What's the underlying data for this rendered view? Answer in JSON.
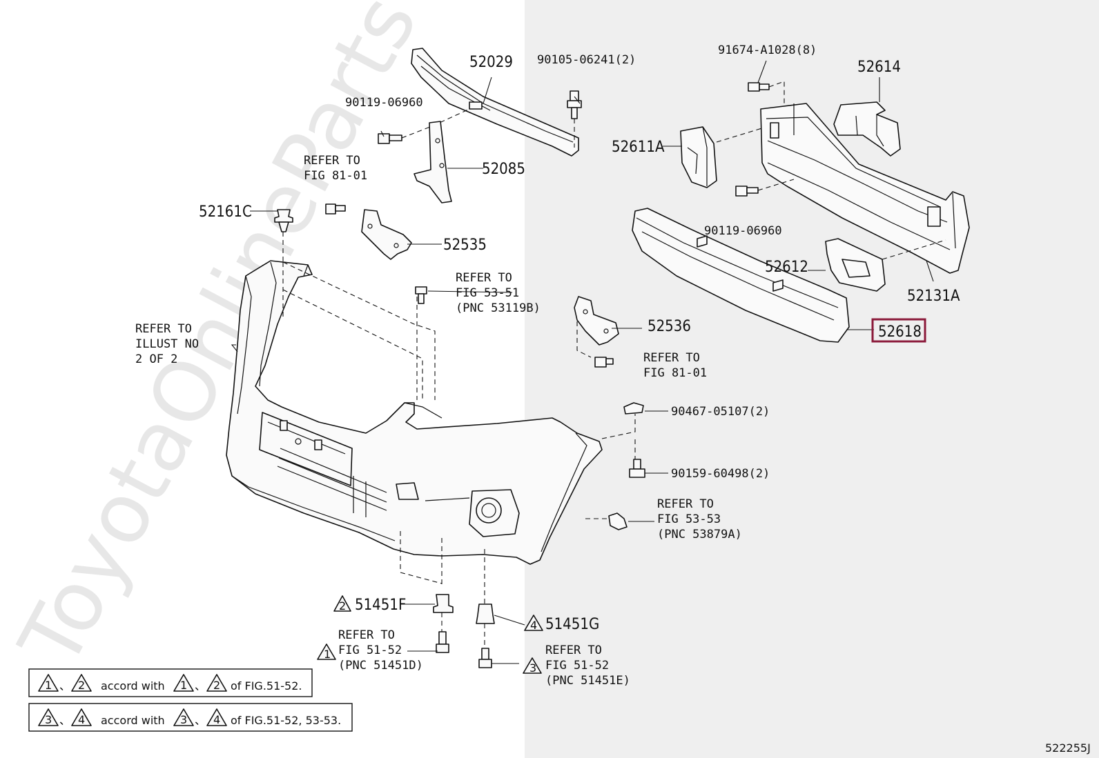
{
  "diagram_code": "522255J",
  "watermark": "ToyotaOnlineParts",
  "highlight_color": "#8b1a3a",
  "highlighted_part": "52618",
  "parts": [
    {
      "id": "52029"
    },
    {
      "id": "90105-06241(2)"
    },
    {
      "id": "90119-06960"
    },
    {
      "id": "52085"
    },
    {
      "id": "52161C"
    },
    {
      "id": "52535"
    },
    {
      "id": "52611A"
    },
    {
      "id": "52614"
    },
    {
      "id": "91674-A1028(8)"
    },
    {
      "id": "90119-06960"
    },
    {
      "id": "52612"
    },
    {
      "id": "52131A"
    },
    {
      "id": "52618"
    },
    {
      "id": "52536"
    },
    {
      "id": "90467-05107(2)"
    },
    {
      "id": "90159-60498(2)"
    },
    {
      "id": "51451F"
    },
    {
      "id": "51451G"
    }
  ],
  "refs": {
    "fig8101_a": [
      "REFER TO",
      "FIG 81-01"
    ],
    "fig5351": [
      "REFER TO",
      "FIG 53-51",
      "(PNC 53119B)"
    ],
    "illust": [
      "REFER TO",
      "ILLUST NO",
      "2 OF 2"
    ],
    "fig8101_b": [
      "REFER TO",
      "FIG 81-01"
    ],
    "fig5353": [
      "REFER TO",
      "FIG 53-53",
      "(PNC 53879A)"
    ],
    "fig5152_d": [
      "REFER TO",
      "FIG 51-52",
      "(PNC 51451D)"
    ],
    "fig5152_e": [
      "REFER TO",
      "FIG 51-52",
      "(PNC 51451E)"
    ]
  },
  "markers": {
    "m1": "1",
    "m2": "2",
    "m3": "3",
    "m4": "4"
  },
  "notes": {
    "note1": {
      "m1": "1",
      "m2": "2",
      "sep": "、",
      "text": "accord with",
      "n1": "1",
      "n2": "2",
      "tail": "of FIG.51-52."
    },
    "note2": {
      "m1": "3",
      "m2": "4",
      "sep": "、",
      "text": "accord with",
      "n1": "3",
      "n2": "4",
      "tail": "of FIG.51-52, 53-53."
    }
  }
}
